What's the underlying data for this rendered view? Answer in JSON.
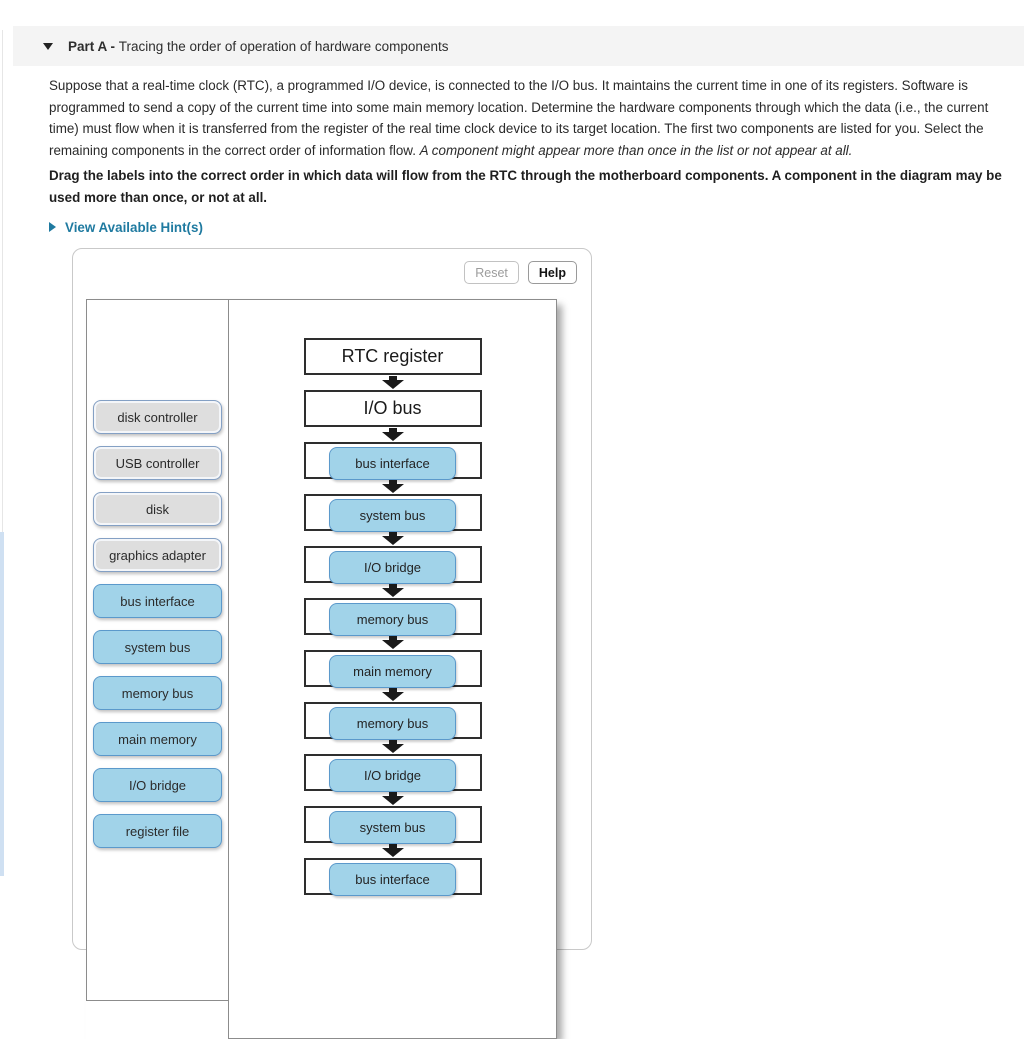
{
  "header": {
    "title_bold": "Part A - ",
    "title_rest": "Tracing the order of operation of hardware components",
    "collapse_icon": "triangle-down"
  },
  "intro": {
    "paragraph_normal": "Suppose that a real-time clock (RTC), a programmed I/O device, is connected to the I/O bus. It maintains the current time in one of its registers. Software is programmed to send a copy of the current time into some main memory location. Determine the hardware components through which the data (i.e., the current time) must flow when it is transferred from the register of the real time clock device to its target location. The first two components are listed for you. Select the remaining components in the correct order of information flow. ",
    "paragraph_italic": "A component might appear more than once in the list or not appear at all.",
    "instruction_bold": "Drag the labels into the correct order in which data will flow from the RTC through the motherboard components. A component in the diagram may be used more than once, or not at all."
  },
  "hints": {
    "link_label": "View Available Hint(s)",
    "expand_icon": "triangle-right"
  },
  "activity": {
    "toolbar": {
      "reset_label": "Reset",
      "help_label": "Help"
    },
    "palette": {
      "items": [
        {
          "label": "disk controller",
          "variant": "gray"
        },
        {
          "label": "USB controller",
          "variant": "gray"
        },
        {
          "label": "disk",
          "variant": "gray"
        },
        {
          "label": "graphics adapter",
          "variant": "gray"
        },
        {
          "label": "bus interface",
          "variant": "blue"
        },
        {
          "label": "system bus",
          "variant": "blue"
        },
        {
          "label": "memory bus",
          "variant": "blue"
        },
        {
          "label": "main memory",
          "variant": "blue"
        },
        {
          "label": "I/O bridge",
          "variant": "blue"
        },
        {
          "label": "register file",
          "variant": "blue"
        }
      ]
    },
    "flow": {
      "static_boxes": [
        {
          "label": "RTC register"
        },
        {
          "label": "I/O bus"
        }
      ],
      "slots": [
        {
          "label": "bus interface"
        },
        {
          "label": "system bus"
        },
        {
          "label": "I/O bridge"
        },
        {
          "label": "memory bus"
        },
        {
          "label": "main memory"
        },
        {
          "label": "memory bus"
        },
        {
          "label": "I/O bridge"
        },
        {
          "label": "system bus"
        },
        {
          "label": "bus interface"
        }
      ]
    }
  },
  "colors": {
    "header_bg": "#f4f4f4",
    "link_teal": "#1f7aa0",
    "chip_blue_fill": "#a1d3e9",
    "chip_blue_border": "#5b99cb",
    "chip_gray_fill": "#dedede",
    "chip_gray_border": "#84a0c4",
    "flow_box_border": "#2e2e2e",
    "panel_border": "#8c8c8c",
    "container_border": "#c9c9c9",
    "arrow_black": "#1a1a1a"
  }
}
